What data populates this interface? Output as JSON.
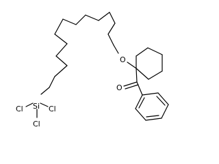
{
  "molecule": {
    "atoms": {
      "oxygen_ether": "O",
      "oxygen_carbonyl": "O",
      "silicon": "Si",
      "chlorine_left": "Cl",
      "chlorine_right": "Cl",
      "chlorine_bottom": "Cl"
    }
  }
}
